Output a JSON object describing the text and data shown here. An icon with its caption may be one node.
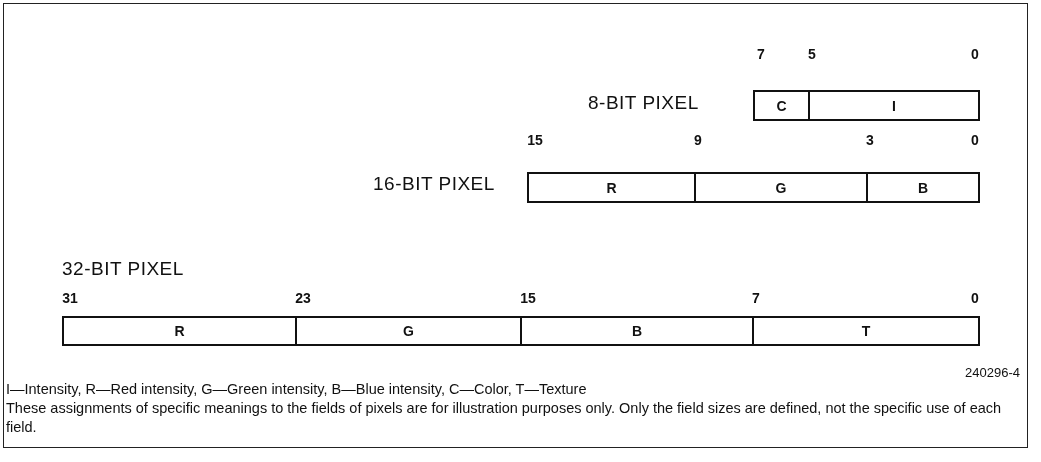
{
  "diagram": {
    "nodes": [
      {
        "text": [
          "8-BIT PIXEL"
        ]
      },
      {
        "text": [
          "C"
        ],
        "in": 0
      },
      {
        "text": [
          "I"
        ],
        "in": 0
      },
      {
        "text": [
          "16-BIT PIXEL"
        ]
      },
      {
        "text": [
          "R"
        ],
        "in": 3
      },
      {
        "text": [
          "G"
        ],
        "in": 3
      },
      {
        "text": [
          "B"
        ],
        "in": 3
      },
      {
        "text": [
          "32-BIT PIXEL"
        ]
      },
      {
        "text": [
          "R"
        ],
        "in": 7
      },
      {
        "text": [
          "G"
        ],
        "in": 7
      },
      {
        "text": [
          "B"
        ],
        "in": 7
      },
      {
        "text": [
          "T"
        ],
        "in": 7
      }
    ],
    "edges": [],
    "labels": [
      "7",
      "5",
      "0",
      "15",
      "9",
      "3",
      "0",
      "31",
      "23",
      "15",
      "7",
      "0",
      "240296-4",
      "I—Intensity, R—Red intensity, G—Green intensity, B—Blue intensity, C—Color, T—Texture",
      "These assignments of specific meanings to the fields of pixels are for illustration purposes only. Only the field sizes are defined, not the specific use of each field."
    ]
  }
}
